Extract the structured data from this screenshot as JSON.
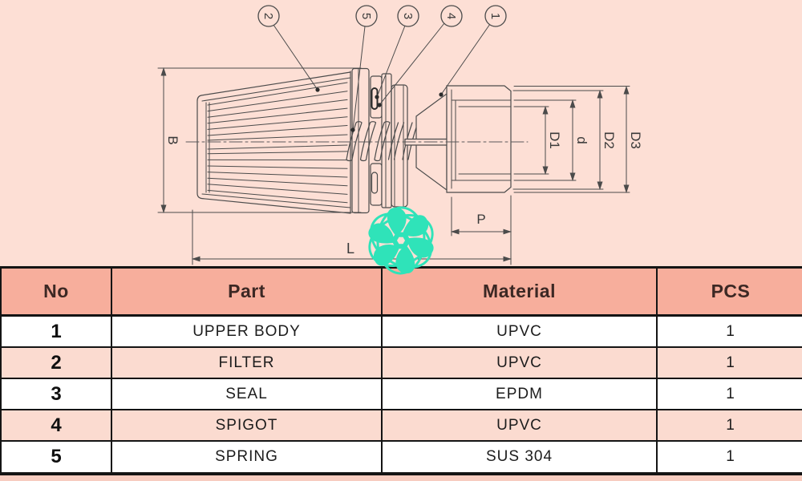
{
  "drawing": {
    "callouts": [
      "2",
      "5",
      "3",
      "4",
      "1"
    ],
    "dims": {
      "b": "B",
      "l": "L",
      "p": "P",
      "d1": "D1",
      "d": "d",
      "d2": "D2",
      "d3": "D3"
    }
  },
  "table": {
    "headers": [
      "No",
      "Part",
      "Material",
      "PCS"
    ],
    "rows": [
      [
        "1",
        "UPPER BODY",
        "UPVC",
        "1"
      ],
      [
        "2",
        "FILTER",
        "UPVC",
        "1"
      ],
      [
        "3",
        "SEAL",
        "EPDM",
        "1"
      ],
      [
        "4",
        "SPIGOT",
        "UPVC",
        "1"
      ],
      [
        "5",
        "SPRING",
        "SUS 304",
        "1"
      ]
    ]
  },
  "colors": {
    "drawing_background": "#fddfd5",
    "table_header": "#f7ae9c",
    "table_row_pink": "#fbdbd0",
    "table_row_white": "#ffffff",
    "line_color": "#4b4b4b",
    "logo_teal": "#2fe3b9"
  }
}
